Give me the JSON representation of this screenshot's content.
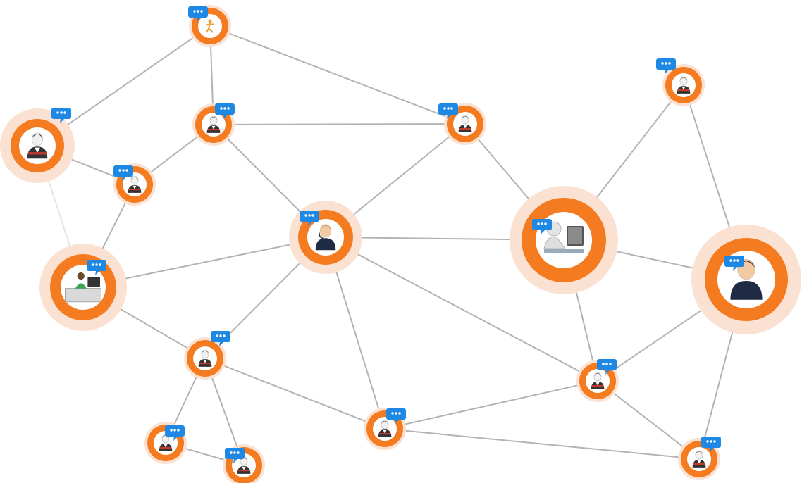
{
  "colors": {
    "ring": "#f47b20",
    "halo": "#fbe1d1",
    "edge": "#b3b3b3",
    "chat_badge": "#1e88e5",
    "chat_dots": "#ffffff"
  },
  "nodes": [
    {
      "id": "n1",
      "size": "small",
      "avatar": "figure-running-icon",
      "badge": true
    },
    {
      "id": "n2",
      "size": "large",
      "avatar": "man-suit-icon",
      "badge": true
    },
    {
      "id": "n3",
      "size": "small",
      "avatar": "man-suit-icon",
      "badge": true
    },
    {
      "id": "n4",
      "size": "small",
      "avatar": "man-suit-icon",
      "badge": true
    },
    {
      "id": "n5",
      "size": "small",
      "avatar": "man-suit-icon",
      "badge": true
    },
    {
      "id": "n6",
      "size": "small",
      "avatar": "person-icon",
      "badge": true
    },
    {
      "id": "n7",
      "size": "medium",
      "avatar": "woman-headset-icon",
      "badge": true
    },
    {
      "id": "n8",
      "size": "large",
      "avatar": "computer-user-icon",
      "badge": true
    },
    {
      "id": "n9",
      "size": "large",
      "avatar": "desk-worker-icon",
      "badge": true
    },
    {
      "id": "n10",
      "size": "large",
      "avatar": "woman-icon",
      "badge": true
    },
    {
      "id": "n11",
      "size": "small",
      "avatar": "man-suit-icon",
      "badge": true
    },
    {
      "id": "n12",
      "size": "small",
      "avatar": "man-suit-icon",
      "badge": true
    },
    {
      "id": "n13",
      "size": "small",
      "avatar": "man-suit-icon",
      "badge": true
    },
    {
      "id": "n14",
      "size": "small",
      "avatar": "man-suit-icon",
      "badge": true
    },
    {
      "id": "n15",
      "size": "small",
      "avatar": "man-suit-icon",
      "badge": true
    },
    {
      "id": "n16",
      "size": "small",
      "avatar": "man-suit-icon",
      "badge": true
    }
  ],
  "edges": [
    [
      "n1",
      "n2"
    ],
    [
      "n1",
      "n3"
    ],
    [
      "n1",
      "n4"
    ],
    [
      "n2",
      "n6"
    ],
    [
      "n2",
      "n9"
    ],
    [
      "n3",
      "n4"
    ],
    [
      "n3",
      "n6"
    ],
    [
      "n3",
      "n7"
    ],
    [
      "n4",
      "n7"
    ],
    [
      "n4",
      "n8"
    ],
    [
      "n5",
      "n8"
    ],
    [
      "n5",
      "n10"
    ],
    [
      "n6",
      "n9"
    ],
    [
      "n7",
      "n8"
    ],
    [
      "n7",
      "n9"
    ],
    [
      "n7",
      "n11"
    ],
    [
      "n7",
      "n14"
    ],
    [
      "n7",
      "n15"
    ],
    [
      "n8",
      "n10"
    ],
    [
      "n8",
      "n15"
    ],
    [
      "n9",
      "n11"
    ],
    [
      "n10",
      "n15"
    ],
    [
      "n10",
      "n16"
    ],
    [
      "n11",
      "n12"
    ],
    [
      "n11",
      "n13"
    ],
    [
      "n11",
      "n14"
    ],
    [
      "n12",
      "n13"
    ],
    [
      "n14",
      "n15"
    ],
    [
      "n14",
      "n16"
    ],
    [
      "n15",
      "n16"
    ]
  ],
  "faint_edges": [
    [
      "n2",
      "n9"
    ]
  ]
}
